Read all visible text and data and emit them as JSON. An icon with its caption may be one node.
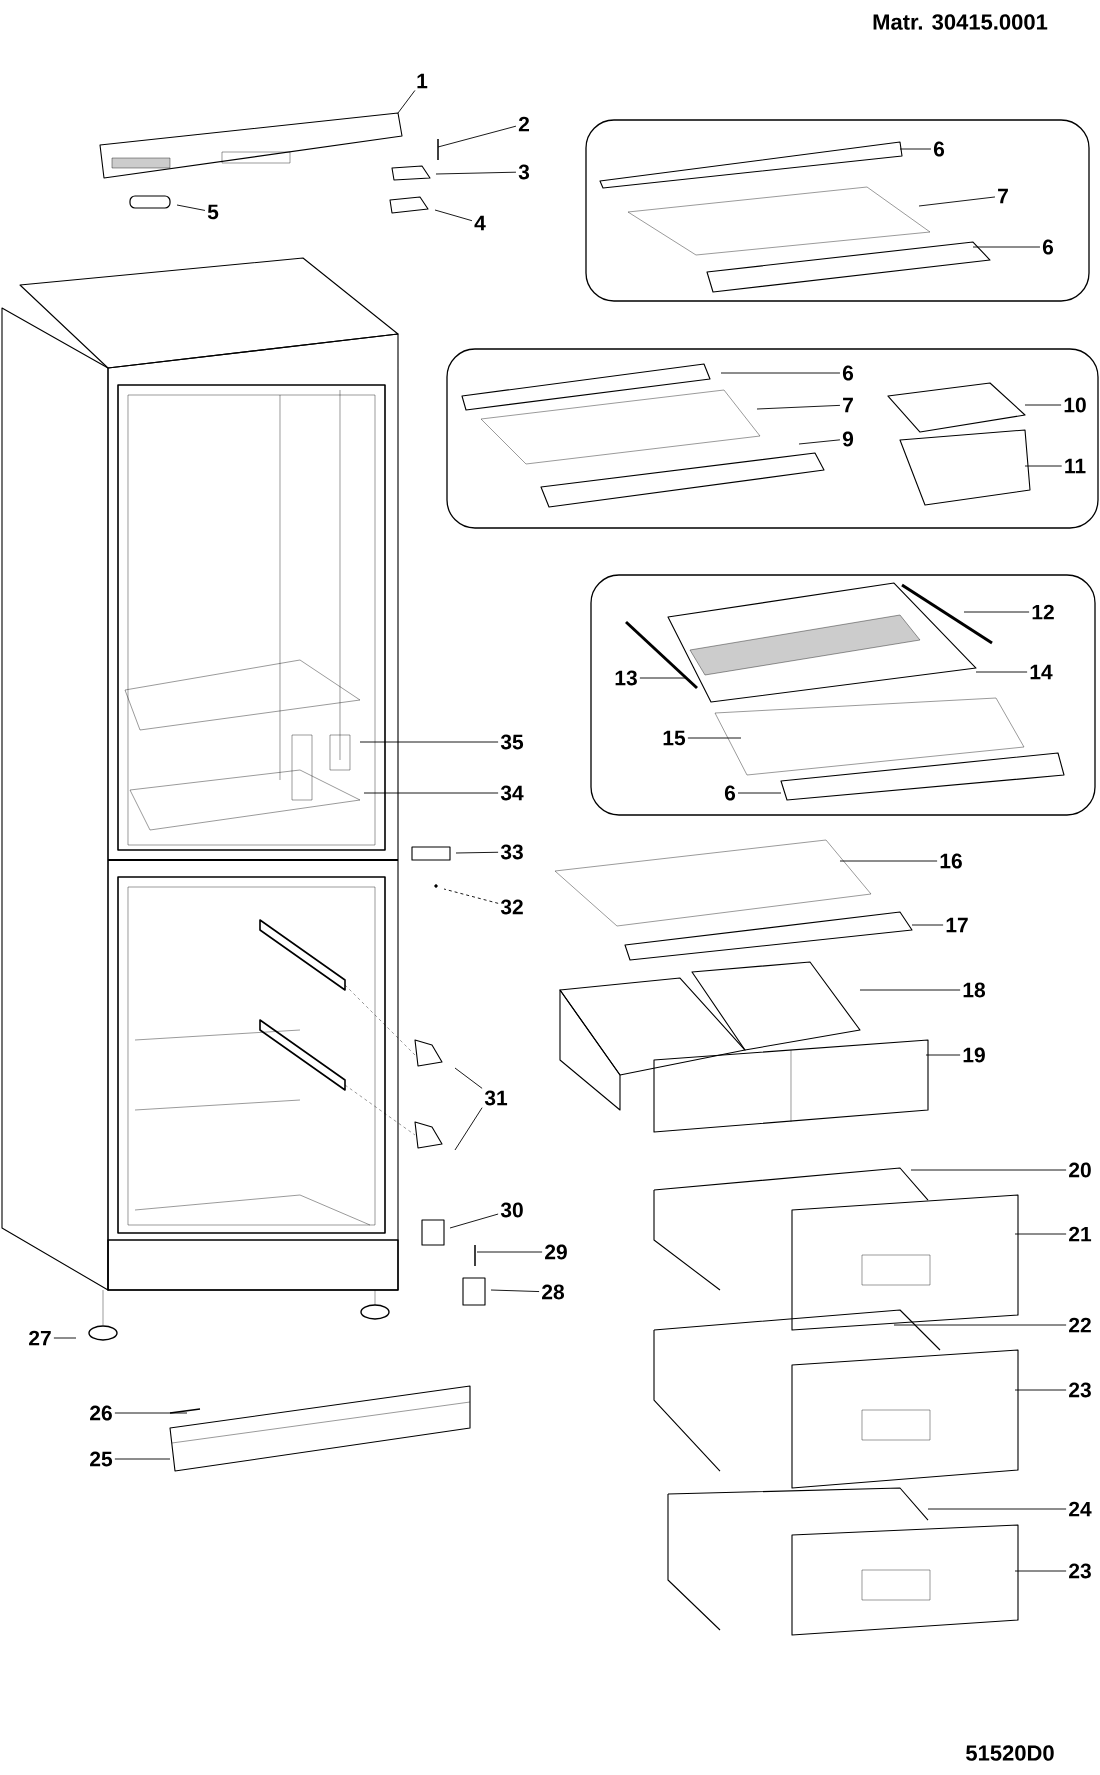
{
  "diagram": {
    "nodes": [
      {
        "text": [
          "1"
        ]
      },
      {
        "text": [
          "2"
        ]
      },
      {
        "text": [
          "3"
        ]
      },
      {
        "text": [
          "5"
        ]
      },
      {
        "text": [
          "4"
        ]
      },
      {
        "text": [],
        "shape": "box"
      },
      {
        "text": [
          "6"
        ],
        "in": 5
      },
      {
        "text": [
          "7"
        ],
        "in": 5
      },
      {
        "text": [
          "6"
        ],
        "in": 5
      },
      {
        "text": [],
        "shape": "box"
      },
      {
        "text": [
          "6"
        ],
        "in": 9
      },
      {
        "text": [
          "7"
        ],
        "in": 9
      },
      {
        "text": [
          "10"
        ],
        "in": 9
      },
      {
        "text": [
          "9"
        ],
        "in": 9
      },
      {
        "text": [
          "11"
        ],
        "in": 9
      },
      {
        "text": [],
        "shape": "box"
      },
      {
        "text": [
          "12"
        ],
        "in": 15
      },
      {
        "text": [
          "13"
        ],
        "in": 15
      },
      {
        "text": [
          "14"
        ],
        "in": 15
      },
      {
        "text": [
          "15"
        ],
        "in": 15
      },
      {
        "text": [
          "6"
        ],
        "in": 15
      },
      {
        "text": [
          "35"
        ]
      },
      {
        "text": [
          "34"
        ]
      },
      {
        "text": [
          "33"
        ]
      },
      {
        "text": [
          "16"
        ]
      },
      {
        "text": [
          "32"
        ]
      },
      {
        "text": [
          "17"
        ]
      },
      {
        "text": [
          "18"
        ]
      },
      {
        "text": [
          "19"
        ]
      },
      {
        "text": [
          "31"
        ]
      },
      {
        "text": [
          "20"
        ]
      },
      {
        "text": [
          "30"
        ]
      },
      {
        "text": [
          "21"
        ]
      },
      {
        "text": [
          "29"
        ]
      },
      {
        "text": [
          "28"
        ]
      },
      {
        "text": [
          "22"
        ]
      },
      {
        "text": [
          "27"
        ]
      },
      {
        "text": [
          "23"
        ]
      },
      {
        "text": [
          "26"
        ]
      },
      {
        "text": [
          "25"
        ]
      },
      {
        "text": [
          "24"
        ]
      },
      {
        "text": [
          "23"
        ]
      }
    ],
    "edges": [
      {
        "from": 0,
        "to": null,
        "arrow": "none"
      },
      {
        "from": 1,
        "to": null,
        "arrow": "none"
      },
      {
        "from": 2,
        "to": null,
        "arrow": "none"
      },
      {
        "from": 3,
        "to": null,
        "arrow": "none"
      },
      {
        "from": 4,
        "to": null,
        "arrow": "none"
      },
      {
        "from": 6,
        "to": null,
        "arrow": "none"
      },
      {
        "from": 7,
        "to": null,
        "arrow": "none"
      },
      {
        "from": 8,
        "to": null,
        "arrow": "none"
      },
      {
        "from": 10,
        "to": null,
        "arrow": "none"
      },
      {
        "from": 11,
        "to": null,
        "arrow": "none"
      },
      {
        "from": 12,
        "to": null,
        "arrow": "none"
      },
      {
        "from": 13,
        "to": null,
        "arrow": "none"
      },
      {
        "from": 14,
        "to": null,
        "arrow": "none"
      },
      {
        "from": 16,
        "to": null,
        "arrow": "none"
      },
      {
        "from": 17,
        "to": null,
        "arrow": "none"
      },
      {
        "from": 18,
        "to": null,
        "arrow": "none"
      },
      {
        "from": 19,
        "to": null,
        "arrow": "none"
      },
      {
        "from": 20,
        "to": null,
        "arrow": "none"
      },
      {
        "from": 21,
        "to": null,
        "arrow": "none"
      },
      {
        "from": 22,
        "to": null,
        "arrow": "none"
      },
      {
        "from": 23,
        "to": null,
        "arrow": "none"
      },
      {
        "from": 24,
        "to": null,
        "arrow": "none"
      },
      {
        "from": 25,
        "to": null,
        "arrow": "none",
        "style": "dashed"
      },
      {
        "from": 26,
        "to": null,
        "arrow": "none"
      },
      {
        "from": 27,
        "to": null,
        "arrow": "none"
      },
      {
        "from": 28,
        "to": null,
        "arrow": "none"
      },
      {
        "from": 29,
        "to": null,
        "arrow": "none"
      },
      {
        "from": 29,
        "to": null,
        "arrow": "none"
      },
      {
        "from": 30,
        "to": null,
        "arrow": "none"
      },
      {
        "from": 31,
        "to": null,
        "arrow": "none"
      },
      {
        "from": 32,
        "to": null,
        "arrow": "none"
      },
      {
        "from": 33,
        "to": null,
        "arrow": "none"
      },
      {
        "from": 34,
        "to": null,
        "arrow": "none"
      },
      {
        "from": 35,
        "to": null,
        "arrow": "none"
      },
      {
        "from": 36,
        "to": null,
        "arrow": "none"
      },
      {
        "from": 37,
        "to": null,
        "arrow": "none"
      },
      {
        "from": 38,
        "to": null,
        "arrow": "none"
      },
      {
        "from": 39,
        "to": null,
        "arrow": "none"
      },
      {
        "from": 40,
        "to": null,
        "arrow": "none"
      },
      {
        "from": 41,
        "to": null,
        "arrow": "none"
      }
    ],
    "labels": [
      "Matr. 30415.0001",
      "51520D0"
    ]
  }
}
